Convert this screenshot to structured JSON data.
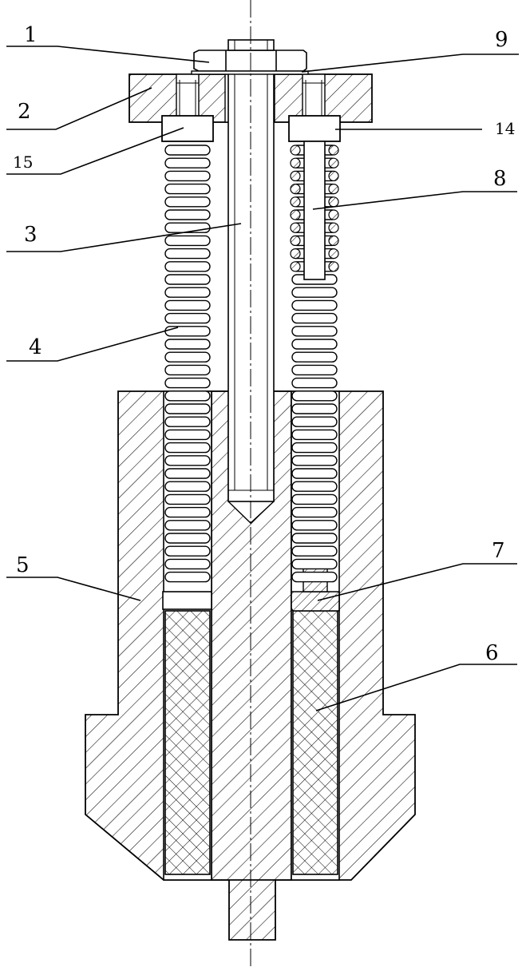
{
  "figure": {
    "labels": [
      {
        "id": "1",
        "text": "1"
      },
      {
        "id": "2",
        "text": "2"
      },
      {
        "id": "15",
        "text": "15"
      },
      {
        "id": "3",
        "text": "3"
      },
      {
        "id": "4",
        "text": "4"
      },
      {
        "id": "5",
        "text": "5"
      },
      {
        "id": "9",
        "text": "9"
      },
      {
        "id": "14",
        "text": "14"
      },
      {
        "id": "8",
        "text": "8"
      },
      {
        "id": "7",
        "text": "7"
      },
      {
        "id": "6",
        "text": "6"
      }
    ]
  }
}
